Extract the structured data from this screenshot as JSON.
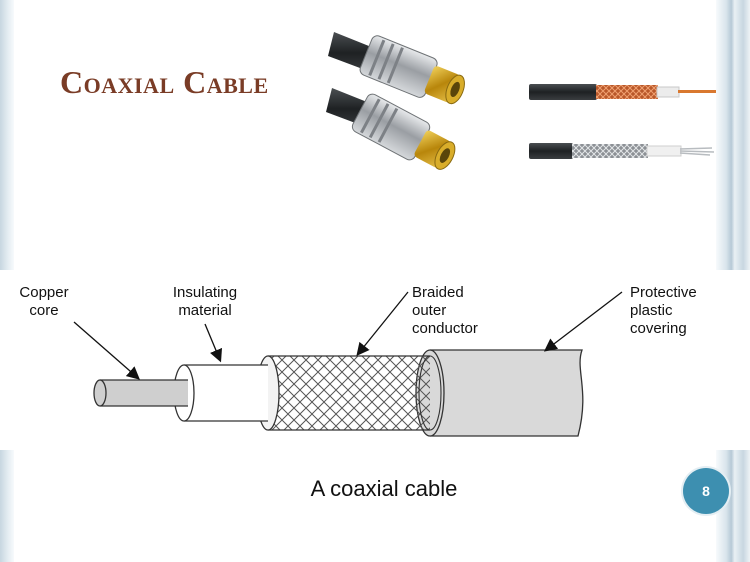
{
  "slide": {
    "title": "Coaxial Cable",
    "caption": "A coaxial cable",
    "page_number": "8"
  },
  "diagram": {
    "labels": {
      "copper_core": [
        "Copper",
        "core"
      ],
      "insulating_material": [
        "Insulating",
        "material"
      ],
      "braided_outer_conductor": [
        "Braided",
        "outer",
        "conductor"
      ],
      "protective_plastic_covering": [
        "Protective",
        "plastic",
        "covering"
      ]
    }
  },
  "colors": {
    "title": "#7a3c26",
    "badge": "#3d8fb0",
    "connector_gold": "#c89a1e",
    "connector_silver": "#b9bcbf",
    "copper": "#c8632e"
  }
}
